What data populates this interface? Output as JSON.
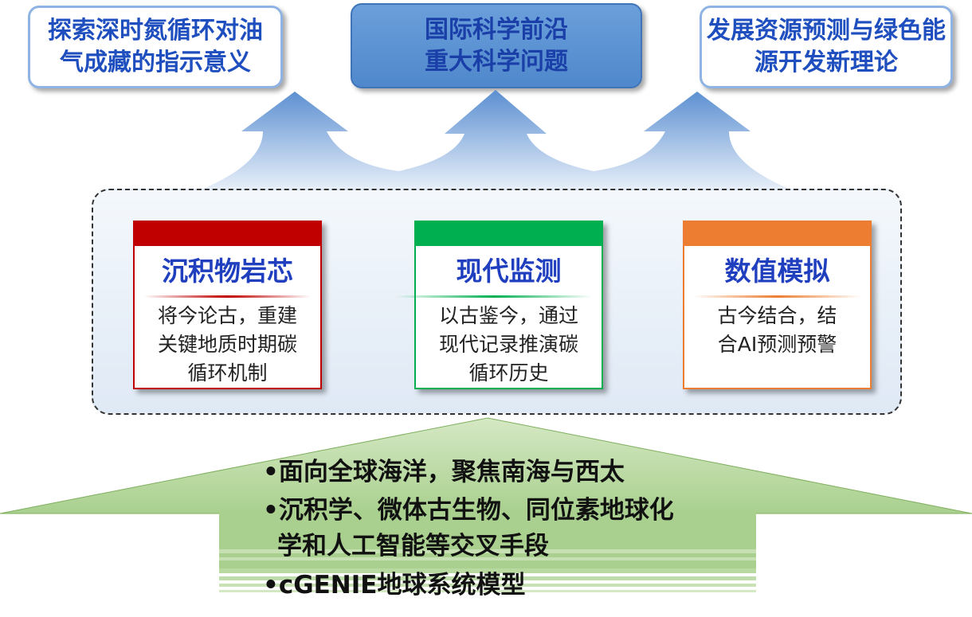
{
  "top": {
    "left": "探索深时氮循环对油气成藏的指示意义",
    "center": "国际科学前沿重大科学问题",
    "right": "发展资源预测与绿色能源开发新理论"
  },
  "cards": [
    {
      "title": "沉积物岩芯",
      "body": "将今论古，重建关键地质时期碳循环机制",
      "color": "#c00000"
    },
    {
      "title": "现代监测",
      "body": "以古鉴今，通过现代记录推演碳循环历史",
      "color": "#00b050"
    },
    {
      "title": "数值模拟",
      "body": "古今结合，结合AI预测预警",
      "color": "#ed7d31"
    }
  ],
  "bullets": [
    "•面向全球海洋，聚焦南海与西太",
    "•沉积学、微体古生物、同位素地球化",
    "学和人工智能等交叉手段",
    "•cGENIE地球系统模型"
  ]
}
